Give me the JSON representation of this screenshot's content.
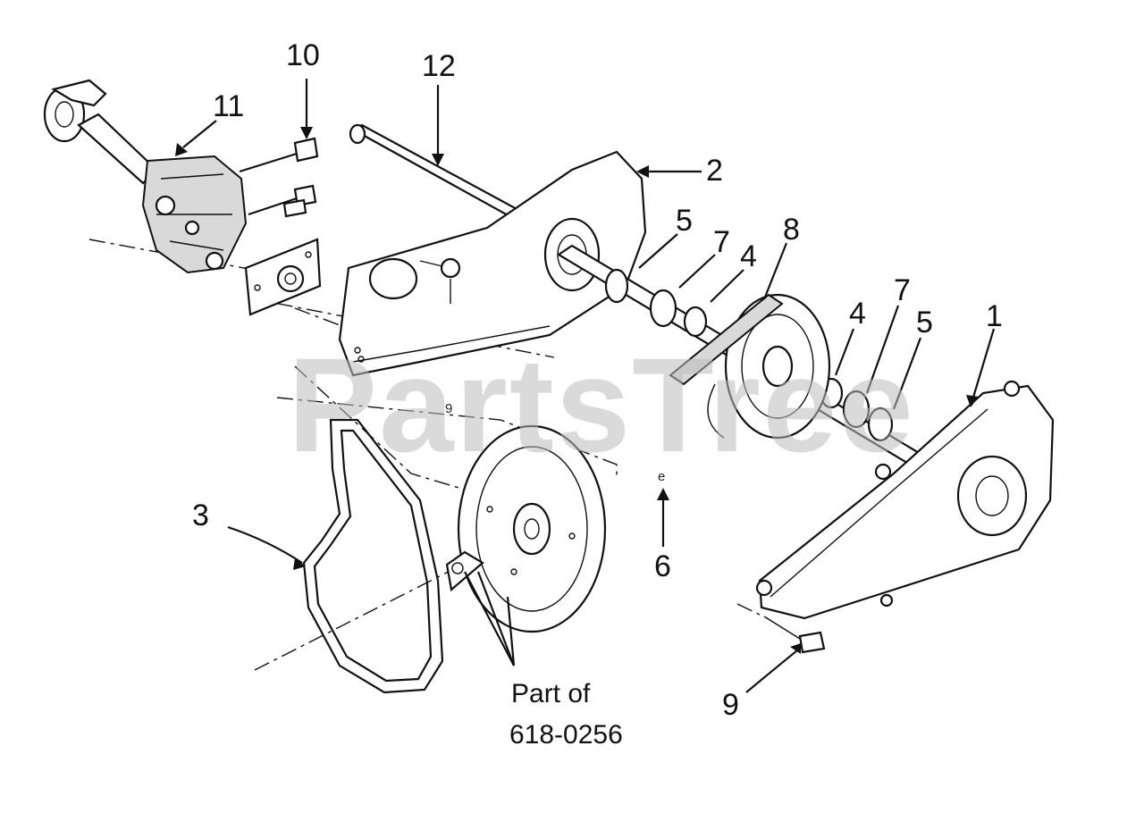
{
  "watermark": "PartsTree",
  "callouts": [
    {
      "id": "c1",
      "label": "1"
    },
    {
      "id": "c2",
      "label": "2"
    },
    {
      "id": "c3",
      "label": "3"
    },
    {
      "id": "c4a",
      "label": "4"
    },
    {
      "id": "c4b",
      "label": "4"
    },
    {
      "id": "c5a",
      "label": "5"
    },
    {
      "id": "c5b",
      "label": "5"
    },
    {
      "id": "c6",
      "label": "6"
    },
    {
      "id": "c6e",
      "label": "e"
    },
    {
      "id": "c7a",
      "label": "7"
    },
    {
      "id": "c7b",
      "label": "7"
    },
    {
      "id": "c8",
      "label": "8"
    },
    {
      "id": "c9a",
      "label": "9"
    },
    {
      "id": "c9b",
      "label": "9"
    },
    {
      "id": "c10",
      "label": "10"
    },
    {
      "id": "c11",
      "label": "11"
    },
    {
      "id": "c12",
      "label": "12"
    }
  ],
  "note": {
    "line1": "Part of",
    "line2": "618-0256"
  }
}
